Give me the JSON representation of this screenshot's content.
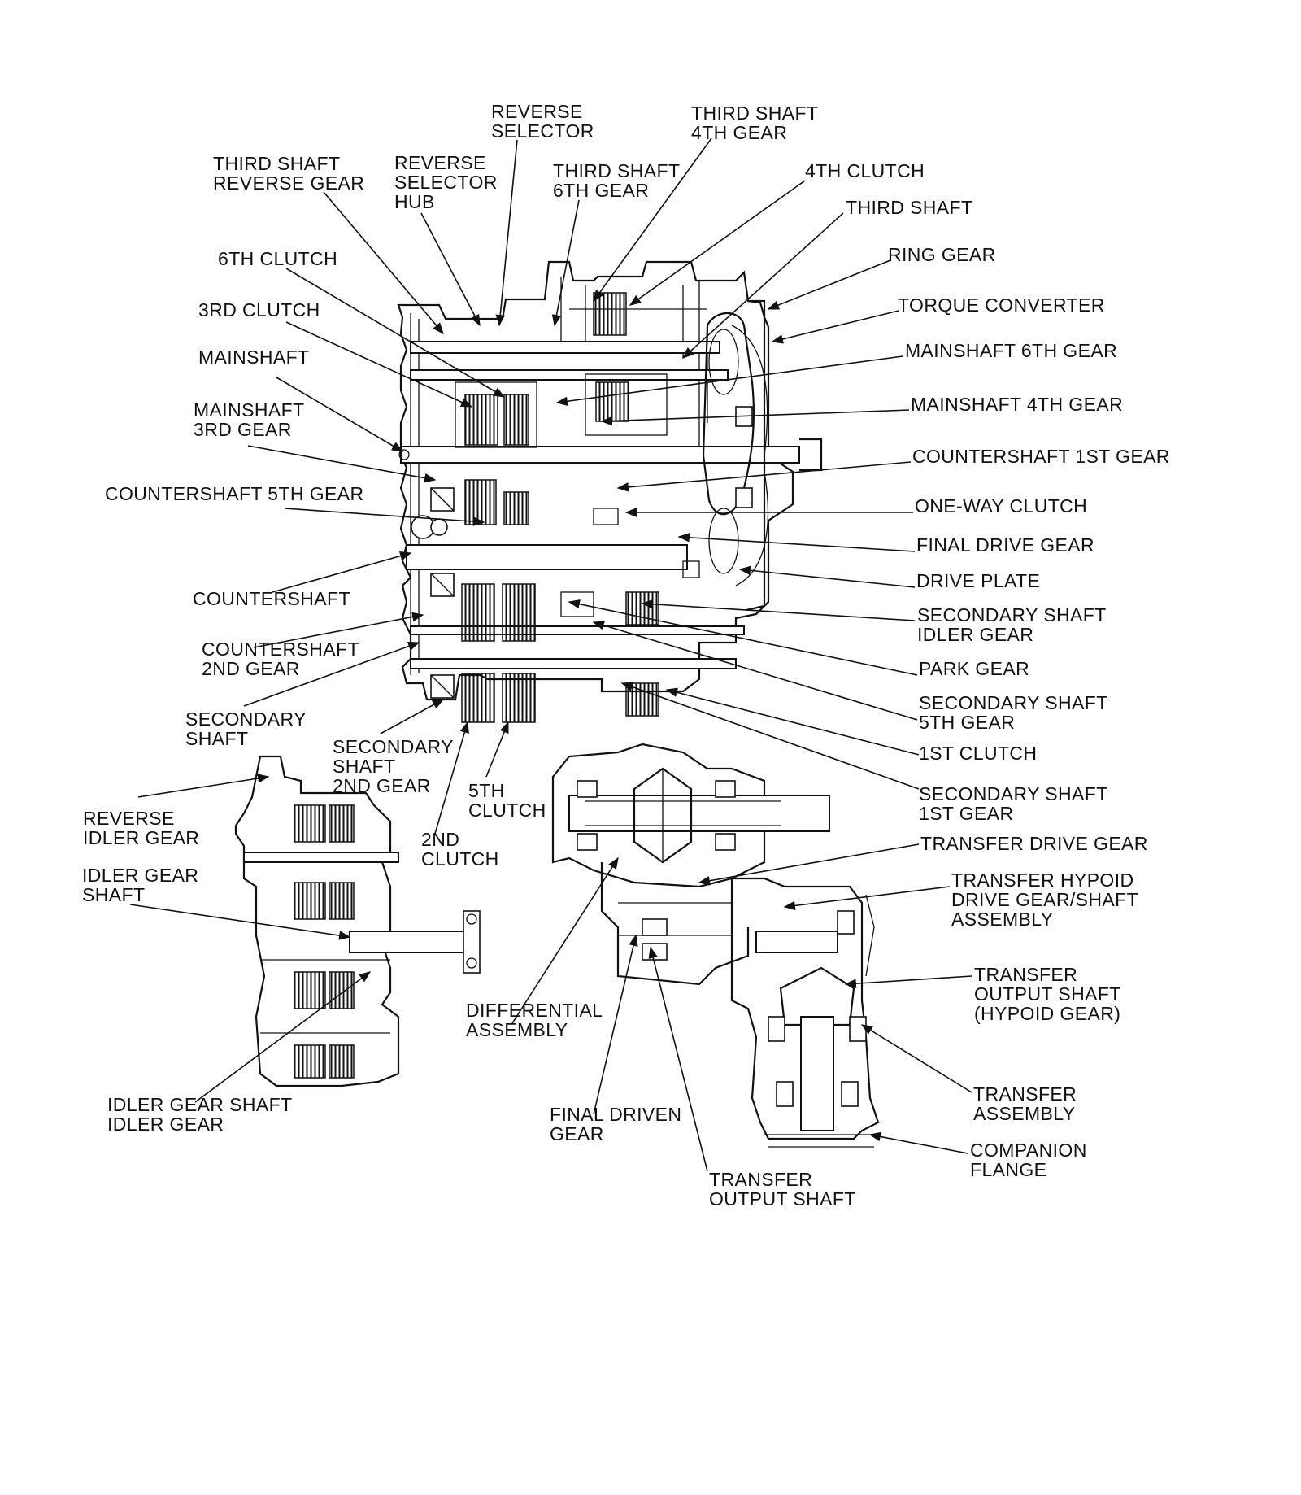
{
  "labels": {
    "reverse_selector": [
      "REVERSE",
      "SELECTOR"
    ],
    "third_shaft_4th_gear": [
      "THIRD SHAFT",
      "4TH GEAR"
    ],
    "third_shaft_reverse_gear": [
      "THIRD SHAFT",
      "REVERSE GEAR"
    ],
    "reverse_selector_hub": [
      "REVERSE",
      "SELECTOR",
      "HUB"
    ],
    "third_shaft_6th_gear": [
      "THIRD SHAFT",
      "6TH GEAR"
    ],
    "fourth_clutch": [
      "4TH CLUTCH"
    ],
    "third_shaft": [
      "THIRD SHAFT"
    ],
    "sixth_clutch": [
      "6TH CLUTCH"
    ],
    "ring_gear": [
      "RING GEAR"
    ],
    "torque_converter": [
      "TORQUE CONVERTER"
    ],
    "third_clutch": [
      "3RD CLUTCH"
    ],
    "mainshaft_6th_gear": [
      "MAINSHAFT 6TH GEAR"
    ],
    "mainshaft": [
      "MAINSHAFT"
    ],
    "mainshaft_4th_gear": [
      "MAINSHAFT 4TH GEAR"
    ],
    "mainshaft_3rd_gear": [
      "MAINSHAFT",
      "3RD GEAR"
    ],
    "countershaft_1st_gear": [
      "COUNTERSHAFT 1ST GEAR"
    ],
    "countershaft_5th_gear": [
      "COUNTERSHAFT 5TH GEAR"
    ],
    "one_way_clutch": [
      "ONE-WAY CLUTCH"
    ],
    "final_drive_gear": [
      "FINAL DRIVE GEAR"
    ],
    "countershaft": [
      "COUNTERSHAFT"
    ],
    "drive_plate": [
      "DRIVE PLATE"
    ],
    "secondary_shaft_idler_gear": [
      "SECONDARY SHAFT",
      "IDLER GEAR"
    ],
    "countershaft_2nd_gear": [
      "COUNTERSHAFT",
      "2ND GEAR"
    ],
    "park_gear": [
      "PARK GEAR"
    ],
    "secondary_shaft": [
      "SECONDARY",
      "SHAFT"
    ],
    "secondary_shaft_5th_gear": [
      "SECONDARY SHAFT",
      "5TH GEAR"
    ],
    "secondary_shaft_2nd_gear": [
      "SECONDARY",
      "SHAFT",
      "2ND GEAR"
    ],
    "first_clutch": [
      "1ST CLUTCH"
    ],
    "fifth_clutch": [
      "5TH",
      "CLUTCH"
    ],
    "secondary_shaft_1st_gear": [
      "SECONDARY SHAFT",
      "1ST GEAR"
    ],
    "reverse_idler_gear": [
      "REVERSE",
      "IDLER GEAR"
    ],
    "second_clutch": [
      "2ND",
      "CLUTCH"
    ],
    "transfer_drive_gear": [
      "TRANSFER DRIVE GEAR"
    ],
    "idler_gear_shaft": [
      "IDLER GEAR",
      "SHAFT"
    ],
    "transfer_hypoid_drive_gear": [
      "TRANSFER HYPOID",
      "DRIVE GEAR/SHAFT",
      "ASSEMBLY"
    ],
    "transfer_output_shaft_hypoid": [
      "TRANSFER",
      "OUTPUT SHAFT",
      "(HYPOID GEAR)"
    ],
    "differential_assembly": [
      "DIFFERENTIAL",
      "ASSEMBLY"
    ],
    "transfer_assembly": [
      "TRANSFER",
      "ASSEMBLY"
    ],
    "idler_gear_shaft_idler_gear": [
      "IDLER GEAR SHAFT",
      "IDLER GEAR"
    ],
    "final_driven_gear": [
      "FINAL DRIVEN",
      "GEAR"
    ],
    "companion_flange": [
      "COMPANION",
      "FLANGE"
    ],
    "transfer_output_shaft": [
      "TRANSFER",
      "OUTPUT SHAFT"
    ]
  }
}
